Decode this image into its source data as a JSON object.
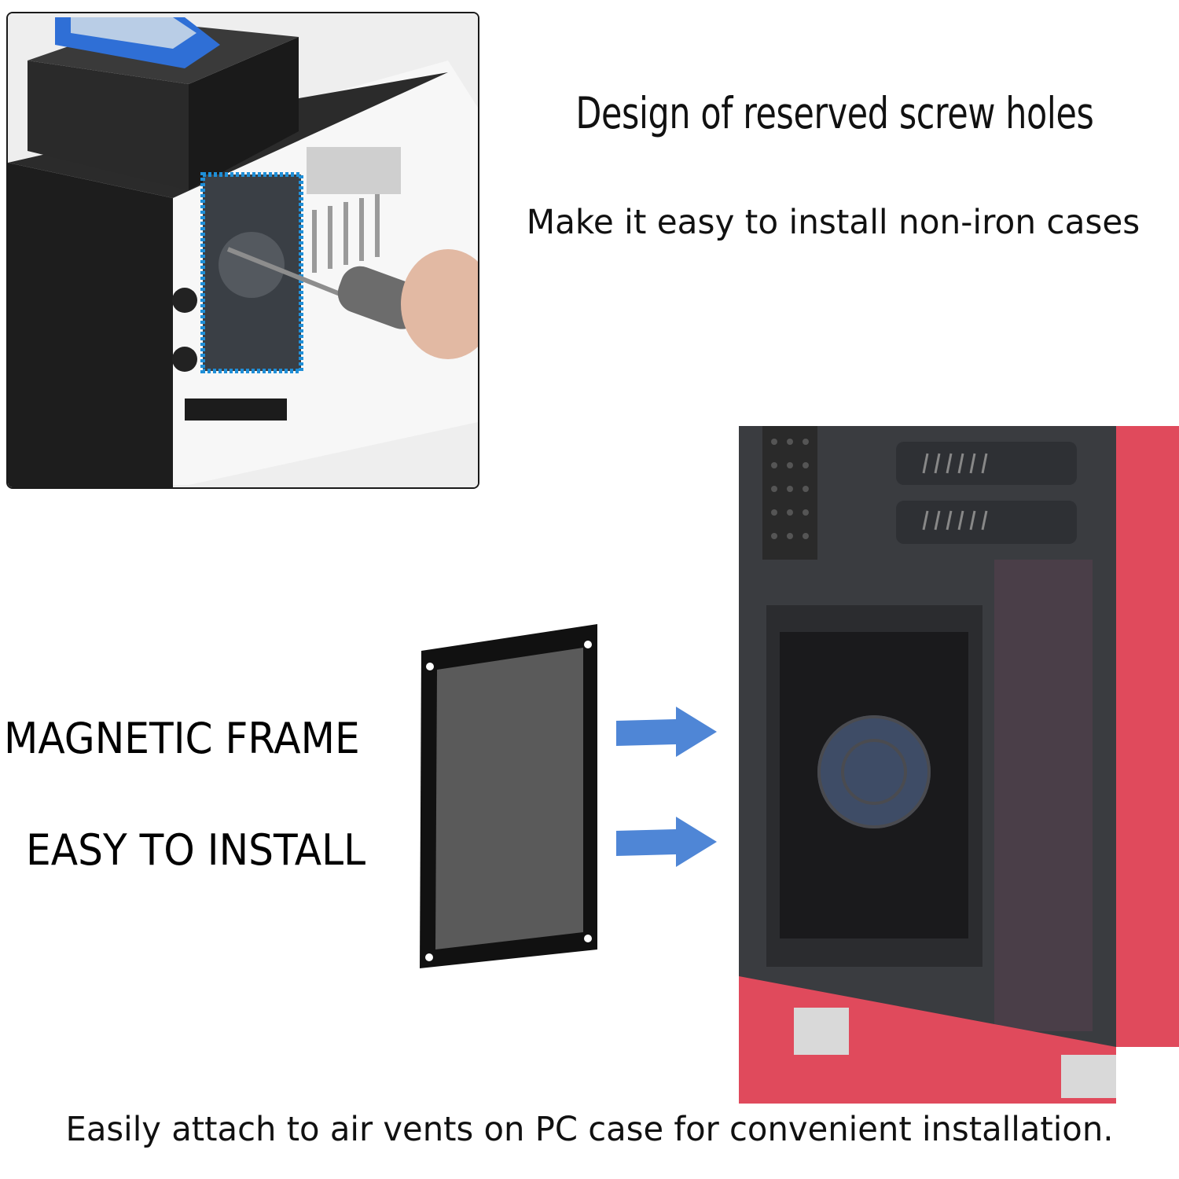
{
  "headings": {
    "title": "Design of reserved screw holes",
    "subtitle": "Make it easy to install non-iron cases"
  },
  "labels": {
    "magnetic_frame": "MAGNETIC FRAME",
    "easy_to_install": "EASY TO INSTALL"
  },
  "caption": "Easily attach to air vents on PC case for convenient installation.",
  "images": {
    "top_left": "photo-screwdriver-installing-filter-on-pc-case",
    "filter": "magnetic-dust-filter-panel",
    "case": "red-pc-case-with-mounted-filter"
  },
  "icons": {
    "arrow_top": "arrow-right-icon",
    "arrow_bottom": "arrow-right-icon"
  },
  "colors": {
    "arrow": "#4f86d6",
    "case_red": "#e04a5c",
    "case_panel": "#3a3c40",
    "filter_frame": "#101010",
    "filter_mesh": "#5a5a5a",
    "outline_blue": "#1f8fd8"
  }
}
